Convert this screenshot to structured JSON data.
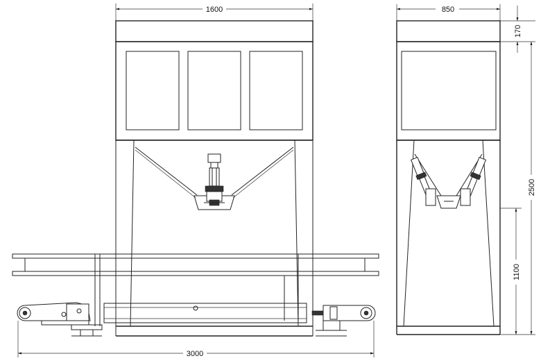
{
  "drawing": {
    "front_view": {
      "width_label": "1600",
      "length_label": "3000"
    },
    "side_view": {
      "width_label": "850",
      "top_label": "170",
      "height_label": "2500",
      "lower_label": "1100"
    }
  }
}
